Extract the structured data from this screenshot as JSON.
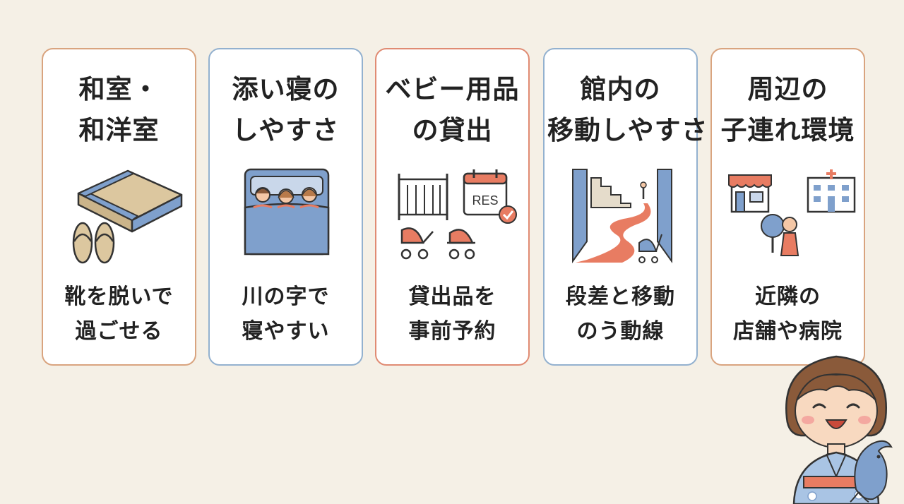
{
  "cards": [
    {
      "title": [
        "和室・",
        "和洋室"
      ],
      "description": [
        "靴を脱いで",
        "過ごせる"
      ]
    },
    {
      "title": [
        "添い寝の",
        "しやすさ"
      ],
      "description": [
        "川の字で",
        "寝やすい"
      ]
    },
    {
      "title": [
        "ベビー用品",
        "の貸出"
      ],
      "description": [
        "貸出品を",
        "事前予約"
      ],
      "badge": "RES"
    },
    {
      "title": [
        "館内の",
        "移動しやすさ"
      ],
      "description": [
        "段差と移動",
        "のう動線"
      ]
    },
    {
      "title": [
        "周辺の",
        "子連れ環境"
      ],
      "description": [
        "近隣の",
        "店舗や病院"
      ]
    }
  ],
  "colors": {
    "background": "#f5f0e6",
    "border_orange": "#d9a47f",
    "border_blue": "#93b1cf",
    "border_red": "#e08b73",
    "accent_blue": "#7fa0cc",
    "accent_red": "#e87c62",
    "tatami": "#dcc79f"
  },
  "icons": [
    "tatami-mat-icon",
    "sandals-icon",
    "family-sleeping-icon",
    "crib-icon",
    "reservation-calendar-icon",
    "stroller-icon",
    "stairs-icon",
    "path-icon",
    "shop-icon",
    "hospital-icon",
    "tree-icon",
    "child-icon",
    "mascot-girl-icon",
    "dolphin-icon"
  ]
}
